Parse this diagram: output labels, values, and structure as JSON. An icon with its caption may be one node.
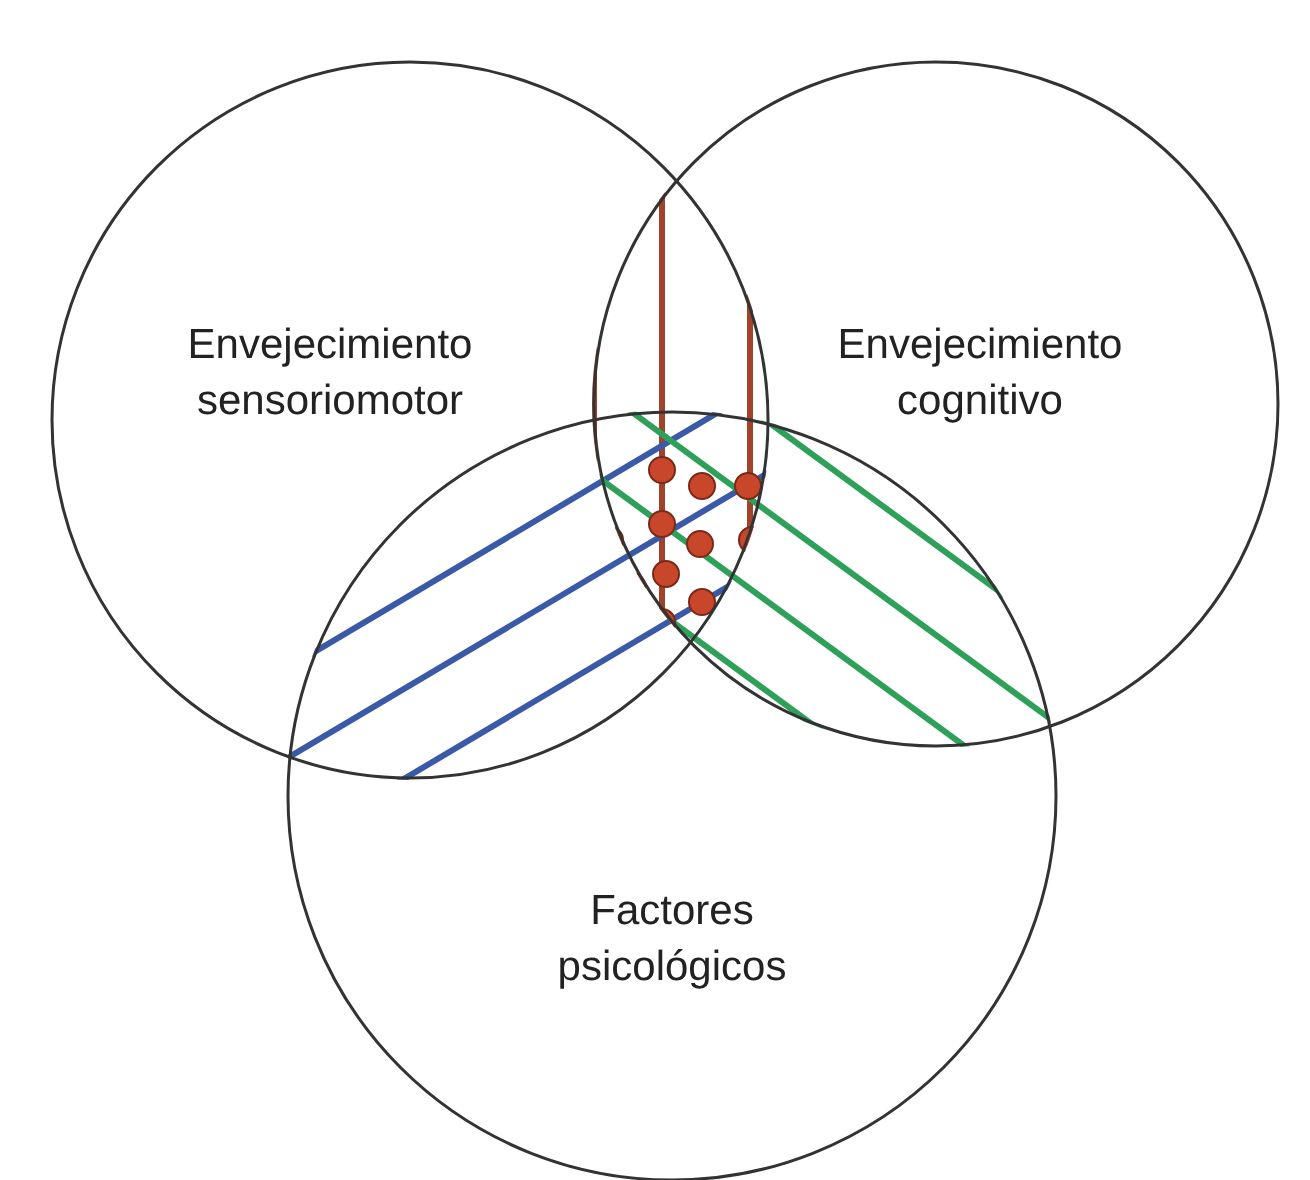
{
  "diagram": {
    "nodes": [
      {
        "text": [
          "Envejecimiento sensoriomotor"
        ]
      },
      {
        "text": [
          "Envejecimiento cognitivo"
        ]
      },
      {
        "text": [
          "Factores psicológicos"
        ]
      }
    ]
  }
}
